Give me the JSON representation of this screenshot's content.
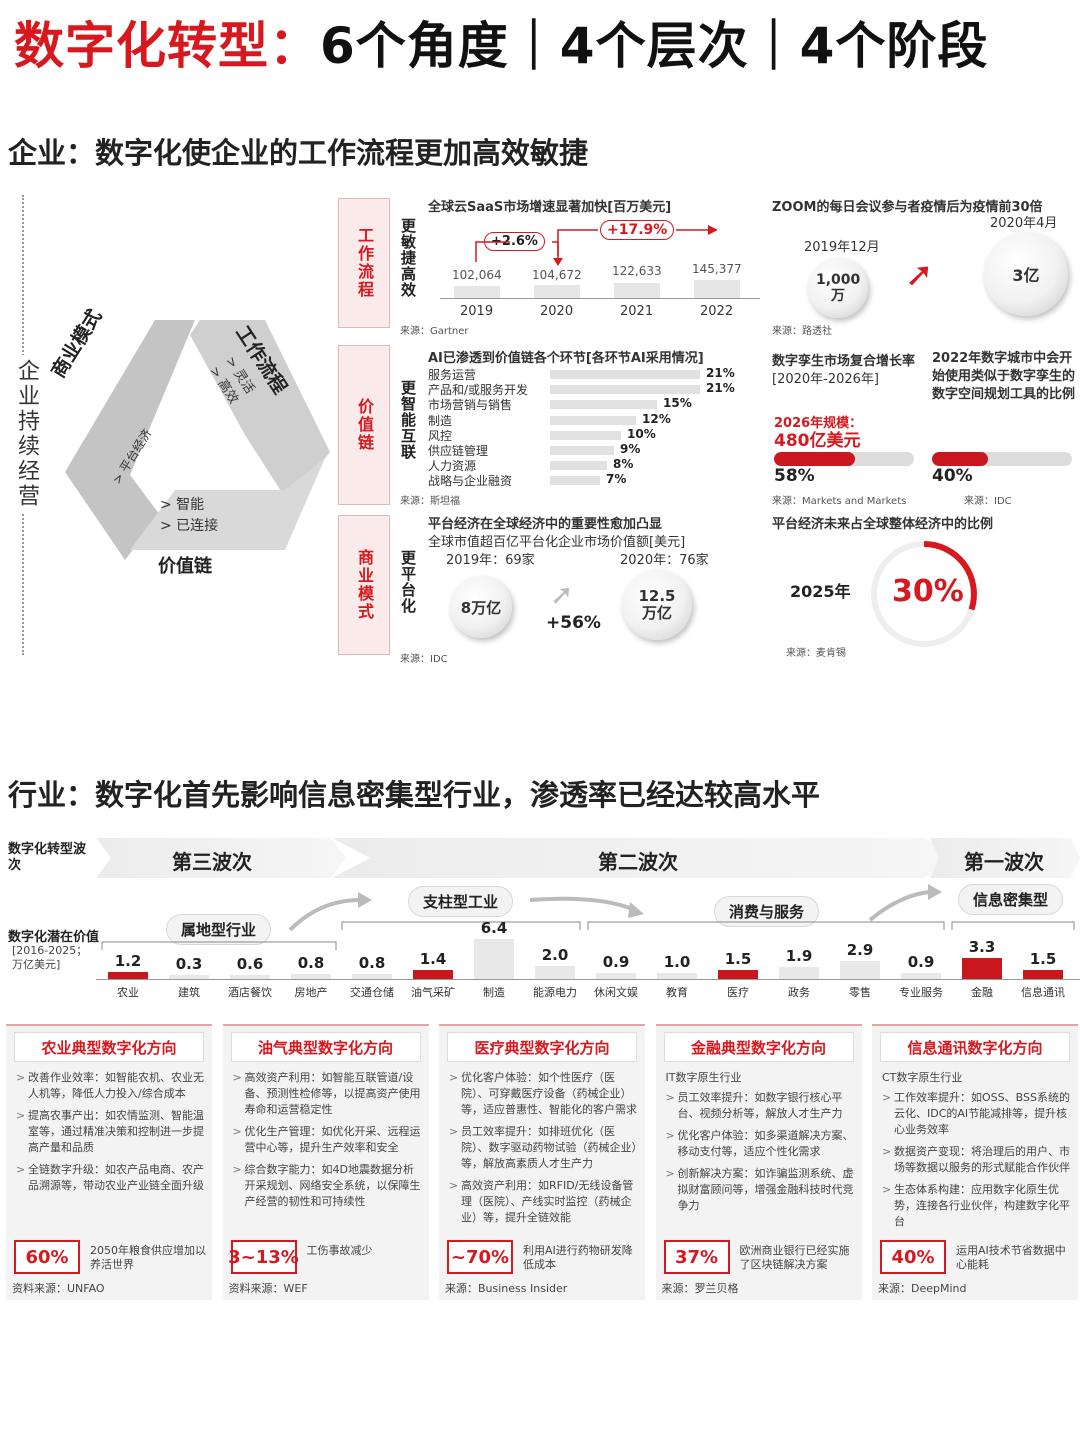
{
  "page_title": {
    "part1": "数字化转型：",
    "part2": "6个角度｜4个层次｜4个阶段"
  },
  "enterprise": {
    "title": "企业：数字化使企业的工作流程更加高效敏捷",
    "side_label": "企业持续经营",
    "triangle": {
      "workflow": "工作流程",
      "workflow_items": [
        "> 灵活",
        "> 高效"
      ],
      "business_model": "商业模式",
      "business_items": [
        "> 平台经济"
      ],
      "value_chain": "价值链",
      "value_items": [
        "> 智能",
        "> 已连接"
      ]
    },
    "panels": [
      {
        "label": "工作流程",
        "sub": "更敏捷高效"
      },
      {
        "label": "价值链",
        "sub": "更智能互联"
      },
      {
        "label": "商业模式",
        "sub": "更平台化"
      }
    ],
    "saas": {
      "title": "全球云SaaS市场增速显著加快[百万美元]",
      "years": [
        "2019",
        "2020",
        "2021",
        "2022"
      ],
      "values": [
        "102,064",
        "104,672",
        "122,633",
        "145,377"
      ],
      "growth1": "+2.6%",
      "growth2": "+17.9%",
      "source": "来源：Gartner"
    },
    "zoom": {
      "title": "ZOOM的每日会议参与者疫情后为疫情前30倍",
      "date1": "2019年12月",
      "date2": "2020年4月",
      "val1": "1,000万",
      "val2": "3亿",
      "source": "来源：路透社"
    },
    "ai": {
      "title": "AI已渗透到价值链各个环节[各环节AI采用情况]",
      "items": [
        {
          "name": "服务运营",
          "pct": "21%"
        },
        {
          "name": "产品和/或服务开发",
          "pct": "21%"
        },
        {
          "name": "市场营销与销售",
          "pct": "15%"
        },
        {
          "name": "制造",
          "pct": "12%"
        },
        {
          "name": "风控",
          "pct": "10%"
        },
        {
          "name": "供应链管理",
          "pct": "9%"
        },
        {
          "name": "人力资源",
          "pct": "8%"
        },
        {
          "name": "战略与企业融资",
          "pct": "7%"
        }
      ],
      "source": "来源：斯坦福"
    },
    "twin": {
      "title": "数字孪生市场复合增长率",
      "period": "[2020年-2026年]",
      "scale_label": "2026年规模：",
      "scale_value": "480亿美元",
      "pct": "58%",
      "source": "来源：Markets and Markets"
    },
    "city": {
      "title": "2022年数字城市中会开始使用类似于数字孪生的数字空间规划工具的比例",
      "pct": "40%",
      "source": "来源：IDC"
    },
    "platform": {
      "title": "平台经济在全球经济中的重要性愈加凸显",
      "subtitle": "全球市值超百亿平台化企业市场价值额[美元]",
      "y1": "2019年：69家",
      "y2": "2020年：76家",
      "v1": "8万亿",
      "v2": "12.5万亿",
      "growth": "+56%",
      "source": "来源：IDC"
    },
    "platform_share": {
      "title": "平台经济未来占全球整体经济中的比例",
      "year": "2025年",
      "pct": "30%",
      "source": "来源：麦肯锡"
    }
  },
  "industry": {
    "title": "行业：数字化首先影响信息密集型行业，渗透率已经达较高水平",
    "wave_label": "数字化转型波次",
    "waves": [
      "第三波次",
      "第二波次",
      "第一波次"
    ],
    "groups": [
      "属地型行业",
      "支柱型工业",
      "消费与服务",
      "信息密集型"
    ],
    "potential_label": "数字化潜在价值",
    "potential_unit": "[2016-2025；万亿美元]",
    "sectors": [
      {
        "name": "农业",
        "value": "1.2",
        "red": true
      },
      {
        "name": "建筑",
        "value": "0.3",
        "red": false
      },
      {
        "name": "酒店餐饮",
        "value": "0.6",
        "red": false
      },
      {
        "name": "房地产",
        "value": "0.8",
        "red": false
      },
      {
        "name": "交通仓储",
        "value": "0.8",
        "red": false
      },
      {
        "name": "油气采矿",
        "value": "1.4",
        "red": true
      },
      {
        "name": "制造",
        "value": "6.4",
        "red": false
      },
      {
        "name": "能源电力",
        "value": "2.0",
        "red": false
      },
      {
        "name": "休闲文娱",
        "value": "0.9",
        "red": false
      },
      {
        "name": "教育",
        "value": "1.0",
        "red": false
      },
      {
        "name": "医疗",
        "value": "1.5",
        "red": true
      },
      {
        "name": "政务",
        "value": "1.9",
        "red": false
      },
      {
        "name": "零售",
        "value": "2.9",
        "red": false
      },
      {
        "name": "专业服务",
        "value": "0.9",
        "red": false
      },
      {
        "name": "金融",
        "value": "3.3",
        "red": true
      },
      {
        "name": "信息通讯",
        "value": "1.5",
        "red": true
      }
    ],
    "cards": [
      {
        "title": "农业典型数字化方向",
        "intro": "",
        "items": [
          "改善作业效率：如智能农机、农业无人机等，降低人力投入/综合成本",
          "提高农事产出：如农情监测、智能温室等，通过精准决策和控制进一步提高产量和品质",
          "全链数字升级：如农产品电商、农产品溯源等，带动农业产业链全面升级"
        ],
        "stat": "60%",
        "stat_desc": "2050年粮食供应增加以养活世界",
        "source": "资料来源：UNFAO"
      },
      {
        "title": "油气典型数字化方向",
        "intro": "",
        "items": [
          "高效资产利用：如智能互联管道/设备、预测性检修等，以提高资产使用寿命和运营稳定性",
          "优化生产管理：如优化开采、远程运营中心等，提升生产效率和安全",
          "综合数字能力：如4D地震数据分析开采规划、网络安全系统，以保障生产经营的韧性和可持续性"
        ],
        "stat": "3~13%",
        "stat_desc": "工伤事故减少",
        "source": "资料来源：WEF"
      },
      {
        "title": "医疗典型数字化方向",
        "intro": "",
        "items": [
          "优化客户体验：如个性医疗（医院）、可穿戴医疗设备（药械企业）等，适应普惠性、智能化的客户需求",
          "员工效率提升：如排班优化（医院）、数字驱动药物试验（药械企业）等，解放高素质人才生产力",
          "高效资产利用：如RFID/无线设备管理（医院）、产线实时监控（药械企业）等，提升全链效能"
        ],
        "stat": "~70%",
        "stat_desc": "利用AI进行药物研发降低成本",
        "source": "来源：Business Insider"
      },
      {
        "title": "金融典型数字化方向",
        "intro": "IT数字原生行业",
        "items": [
          "员工效率提升：如数字银行核心平台、视频分析等，解放人才生产力",
          "优化客户体验：如多渠道解决方案、移动支付等，适应个性化需求",
          "创新解决方案：如诈骗监测系统、虚拟财富顾问等，增强金融科技时代竞争力"
        ],
        "stat": "37%",
        "stat_desc": "欧洲商业银行已经实施了区块链解决方案",
        "source": "来源：罗兰贝格"
      },
      {
        "title": "信息通讯数字化方向",
        "intro": "CT数字原生行业",
        "items": [
          "工作效率提升：如OSS、BSS系统的云化、IDC的AI节能减排等，提升核心业务效率",
          "数据资产变现：将治理后的用户、市场等数据以服务的形式赋能合作伙伴",
          "生态体系构建：应用数字化原生优势，连接各行业伙伴，构建数字化平台"
        ],
        "stat": "40%",
        "stat_desc": "运用AI技术节省数据中心能耗",
        "source": "来源：DeepMind"
      }
    ]
  },
  "colors": {
    "accent": "#d7191f",
    "bar_grey": "#e1e1e1"
  }
}
